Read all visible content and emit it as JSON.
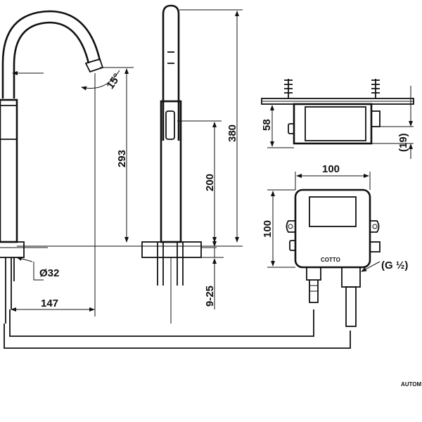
{
  "dimensions": {
    "spout_angle": "15°",
    "spout_reach": "147",
    "pipe_diameter": "Ø32",
    "height_outlet": "293",
    "height_sensor": "200",
    "height_total": "380",
    "deck_thickness": "9-25",
    "box_depth": "58",
    "box_offset": "(19)",
    "box_width": "100",
    "box_height": "100",
    "inlet_thread": "(G ½)"
  },
  "labels": {
    "brand_logo": "COTTO",
    "footer_caption": "AUTOM"
  }
}
